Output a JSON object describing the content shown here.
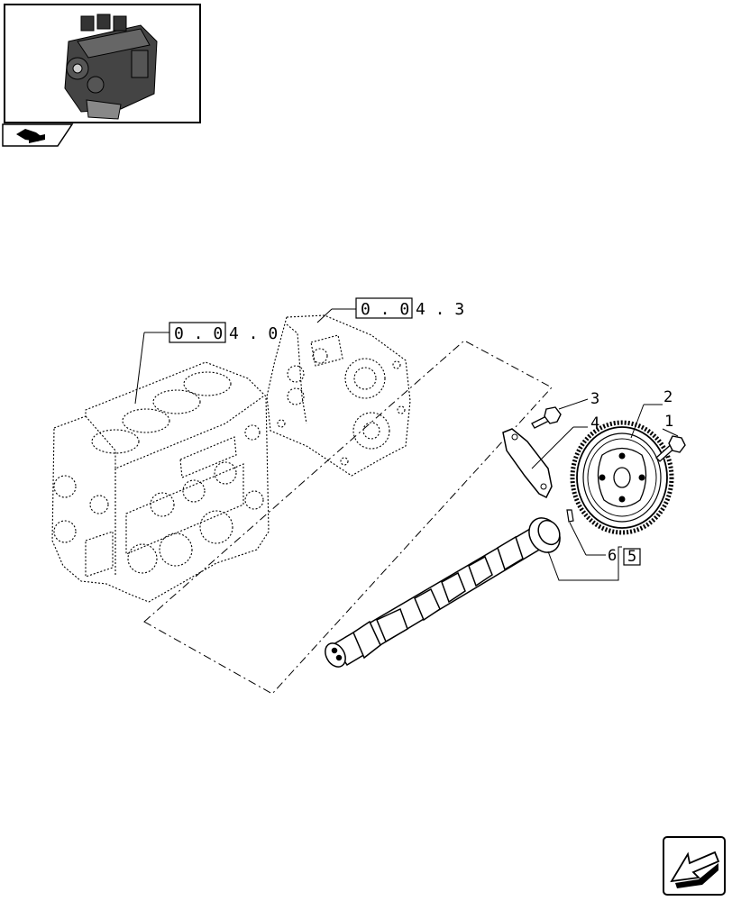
{
  "thumbnail": {
    "icon": "engine-thumbnail"
  },
  "header_tab": {
    "icon": "engine-part-nav-icon"
  },
  "references": [
    {
      "boxed": "0 . 0",
      "rest": "4 . 0"
    },
    {
      "boxed": "0 . 0",
      "rest": "4 . 3"
    }
  ],
  "callouts": {
    "c1": "1",
    "c2": "2",
    "c3": "3",
    "c4": "4",
    "c6": "6",
    "c5": "5"
  },
  "navigation": {
    "next_icon": "next-page-arrow-icon"
  }
}
